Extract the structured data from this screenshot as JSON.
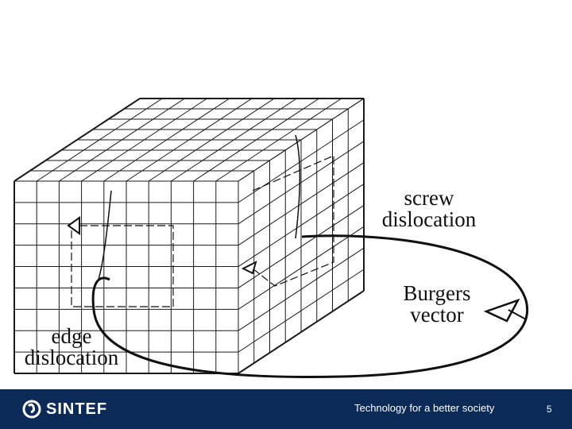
{
  "labels": {
    "screw": [
      "screw",
      "dislocation"
    ],
    "burgers": [
      "Burgers",
      "vector"
    ],
    "edge": [
      "edge",
      "dislocation"
    ]
  },
  "footer": {
    "brand": "SINTEF",
    "tagline": "Technology for a better society",
    "page_number": "5"
  },
  "colors": {
    "footer_bg": "#0c2a58",
    "line": "#1a1a1a"
  },
  "icons": {
    "logo": "sintef-logo-icon"
  }
}
